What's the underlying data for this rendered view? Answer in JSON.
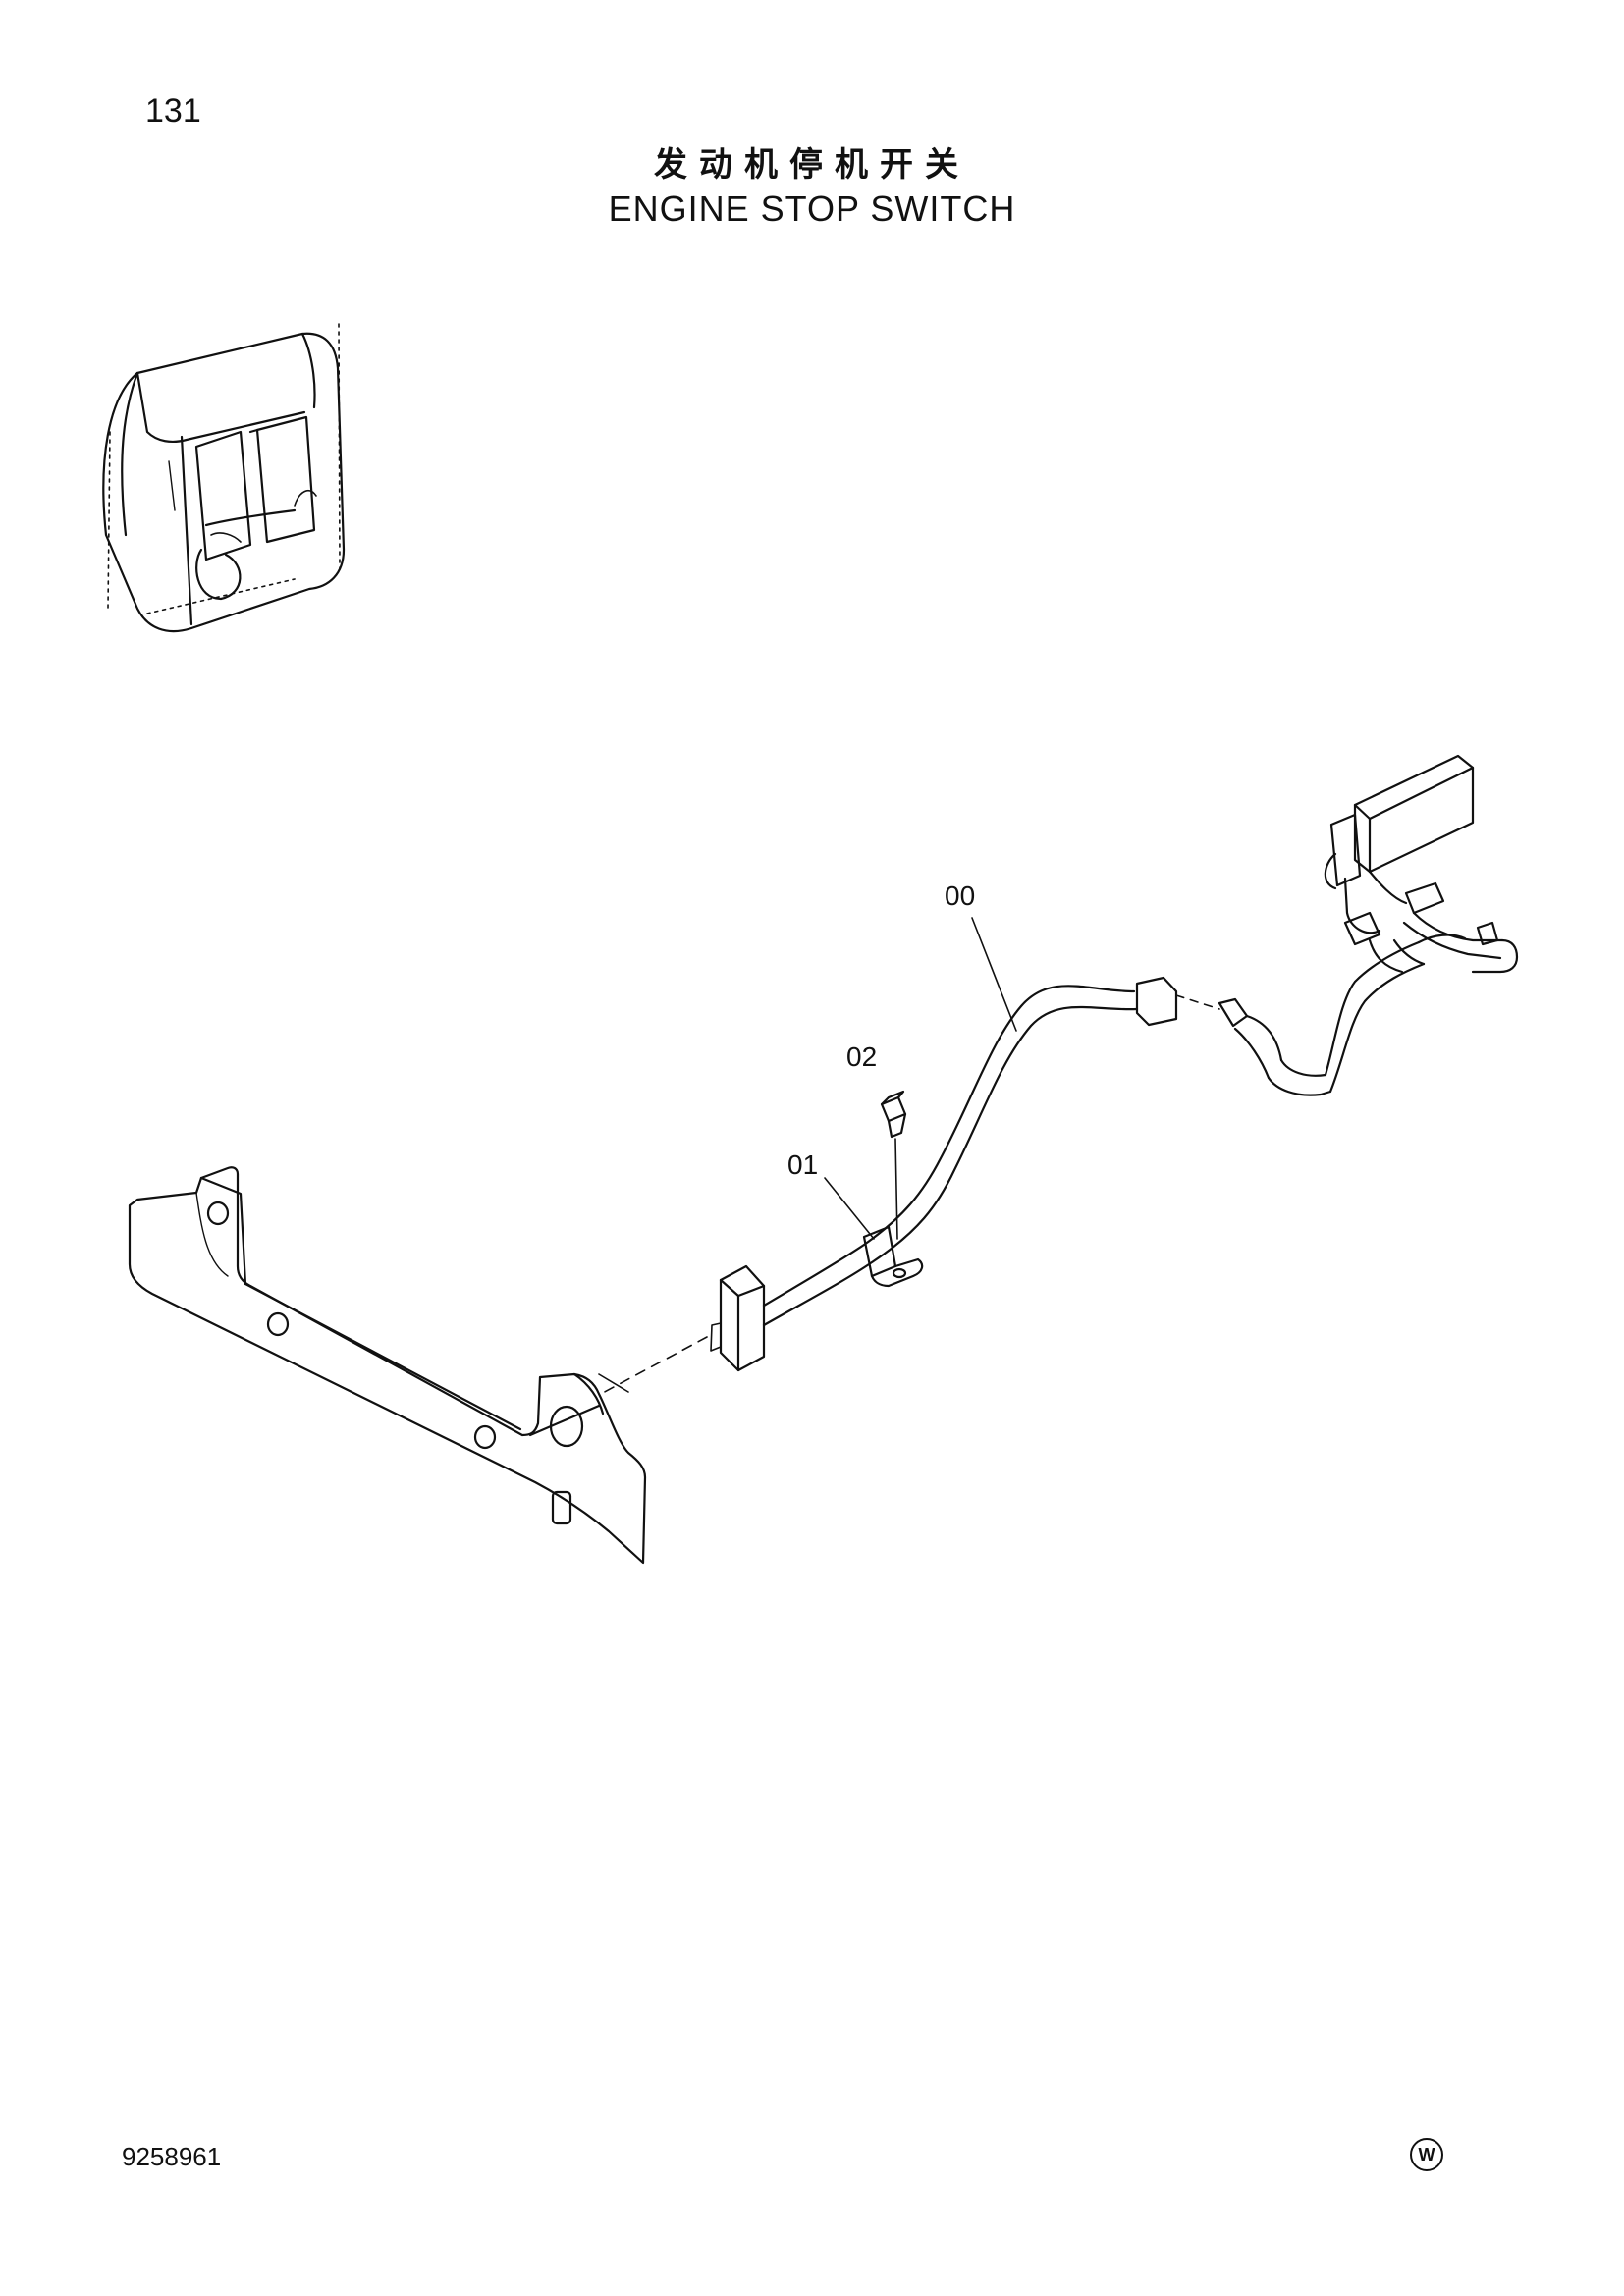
{
  "header": {
    "page_number": "131",
    "title_cn": "发动机停机开关",
    "title_en": "ENGINE STOP SWITCH"
  },
  "callouts": {
    "harness": "00",
    "clamp": "01",
    "bolt": "02"
  },
  "footer": {
    "document_number": "9258961",
    "mark": "W"
  }
}
